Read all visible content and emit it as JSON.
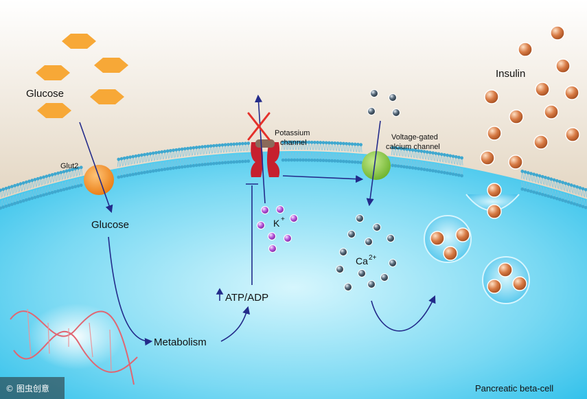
{
  "labels": {
    "glucose_outside": "Glucose",
    "glut2": "Glut2",
    "glucose_inside": "Glucose",
    "metabolism": "Metabolism",
    "atp_adp": "ATP/ADP",
    "potassium_channel_line1": "Potassium",
    "potassium_channel_line2": "channel",
    "potassium_ion": "K",
    "potassium_charge": "+",
    "calcium_channel_line1": "Voltage-gated",
    "calcium_channel_line2": "calcium channel",
    "calcium_ion": "Ca",
    "calcium_charge": "2+",
    "insulin": "Insulin",
    "cell_name": "Pancreatic beta-cell"
  },
  "watermark": {
    "text": "© 图虫创意"
  },
  "colors": {
    "background_top": "#ffffff",
    "background_outside": "#cdb89a",
    "cytoplasm_light": "#c8f1fb",
    "cytoplasm_deep": "#33c5ec",
    "membrane_head": "#3fa8cf",
    "glucose": "#f7a837",
    "glut2": "#f28a1f",
    "potassium_channel": "#c6202e",
    "blocked_mark": "#e4312b",
    "potassium_ion": "#a03fc6",
    "calcium_channel": "#8bc53f",
    "calcium_ion": "#3d4d5c",
    "insulin": "#c4632f",
    "vesicle": "#6fd1ef",
    "arrow": "#232b8a",
    "dna": "#e06672"
  },
  "icons": {
    "blocked": "red-x-icon",
    "increase": "up-arrow-icon"
  }
}
